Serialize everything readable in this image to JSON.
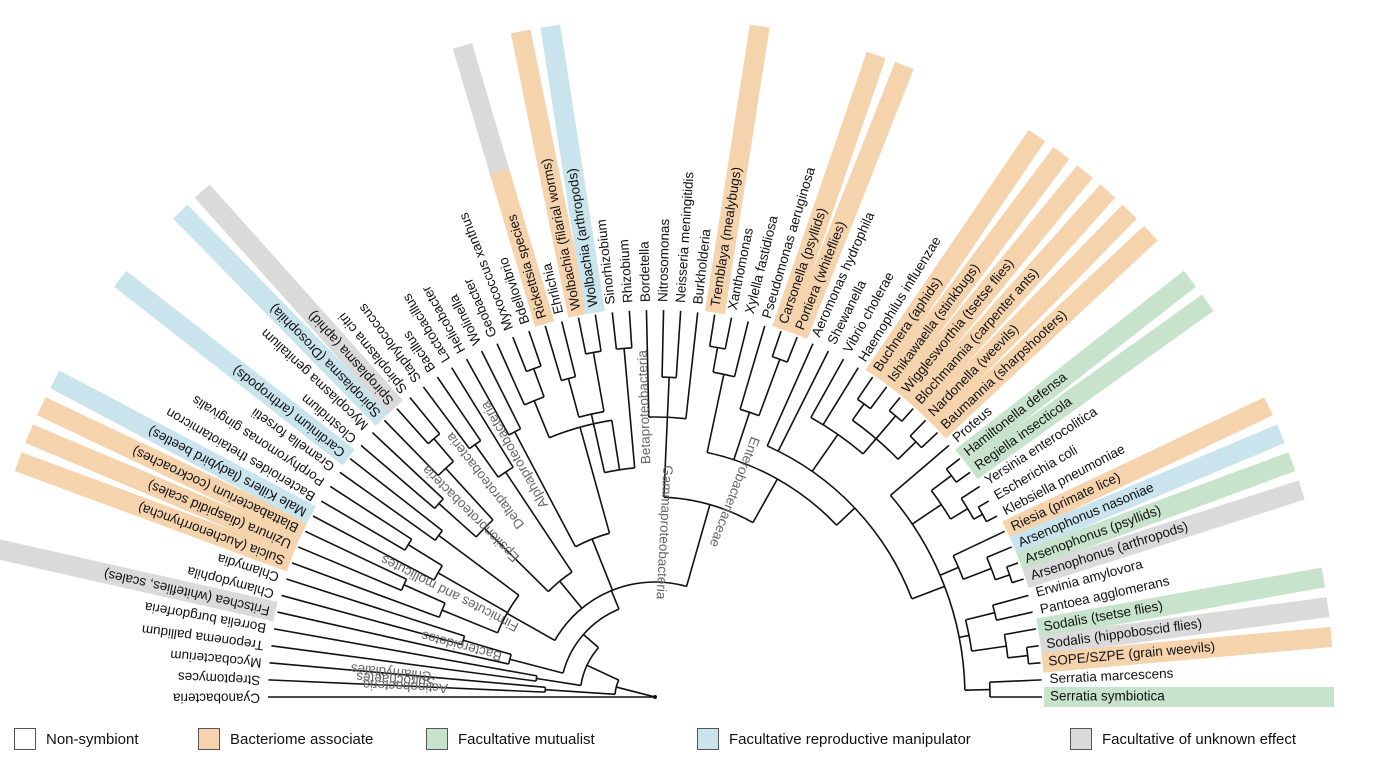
{
  "colors": {
    "none": "#ffffff",
    "bacteriome": "#f5d3ad",
    "mutualist": "#c8e3cb",
    "manipulator": "#c9e4ec",
    "unknown": "#dadada",
    "line": "#111111",
    "clade": "#666666"
  },
  "legend": [
    {
      "label": "Non-symbiont",
      "color": "#ffffff"
    },
    {
      "label": "Bacteriome associate",
      "color": "#f5d3ad"
    },
    {
      "label": "Facultative mutualist",
      "color": "#c8e3cb"
    },
    {
      "label": "Facultative reproductive manipulator",
      "color": "#c9e4ec"
    },
    {
      "label": "Facultative of unknown effect",
      "color": "#dadada"
    }
  ],
  "taxa": [
    {
      "text": "Cyanobacteria",
      "cat": "none"
    },
    {
      "text": "Streptomyces",
      "cat": "none"
    },
    {
      "text": "Mycobacterium",
      "cat": "none"
    },
    {
      "text": "Treponema pallidum",
      "cat": "none"
    },
    {
      "text": "Borrelia burgdorferia",
      "cat": "none"
    },
    {
      "text": "Fritschea (whiteflies, scales)",
      "cat": "unknown"
    },
    {
      "text": "Chlamydophila",
      "cat": "none"
    },
    {
      "text": "Chlamydia",
      "cat": "none"
    },
    {
      "text": "Sulcia (Auchenorrhyncha)",
      "cat": "bacteriome"
    },
    {
      "text": "Uzinura (diaspidid scales)",
      "cat": "bacteriome"
    },
    {
      "text": "Blattabacterium (cockroaches)",
      "cat": "bacteriome"
    },
    {
      "text": "Male Killers (ladybird beetles)",
      "cat": "manipulator"
    },
    {
      "text": "Bacterioides thetaiotamicron",
      "cat": "none"
    },
    {
      "text": "Porphyromonas gingivalis",
      "cat": "none"
    },
    {
      "text": "Gramella forsetii",
      "cat": "none"
    },
    {
      "text": "Cardinium (arthropods)",
      "cat": "manipulator"
    },
    {
      "text": "Clostridium",
      "cat": "none"
    },
    {
      "text": "Mycoplasma genitalium",
      "cat": "none"
    },
    {
      "text": "Spiroplasma (Drosophila)",
      "cat": "manipulator"
    },
    {
      "text": "Spiroplasma (aphid)",
      "cat": "unknown"
    },
    {
      "text": "Spiroplasma citri",
      "cat": "none"
    },
    {
      "text": "Staphylococcus",
      "cat": "none"
    },
    {
      "text": "Bacillus",
      "cat": "none"
    },
    {
      "text": "Lactobacillus",
      "cat": "none"
    },
    {
      "text": "Helicobacter",
      "cat": "none"
    },
    {
      "text": "Wolinella",
      "cat": "none"
    },
    {
      "text": "Geobacter",
      "cat": "none"
    },
    {
      "text": "Myxococcus xanthus",
      "cat": "none"
    },
    {
      "text": "Bdellovibrio",
      "cat": "none"
    },
    {
      "text": "Rickettsia species",
      "cat": "split"
    },
    {
      "text": "Ehrlichia",
      "cat": "none"
    },
    {
      "text": "Wolbachia (filarial worms)",
      "cat": "bacteriome"
    },
    {
      "text": "Wolbachia (arthropods)",
      "cat": "manipulator"
    },
    {
      "text": "Sinorhizobium",
      "cat": "none"
    },
    {
      "text": "Rhizobium",
      "cat": "none"
    },
    {
      "text": "Bordetella",
      "cat": "none"
    },
    {
      "text": "Nitrosomonas",
      "cat": "none"
    },
    {
      "text": "Neisseria meningitidis",
      "cat": "none"
    },
    {
      "text": "Burkholderia",
      "cat": "none"
    },
    {
      "text": "Tremblaya (mealybugs)",
      "cat": "bacteriome"
    },
    {
      "text": "Xanthomonas",
      "cat": "none"
    },
    {
      "text": "Xylella fastidiosa",
      "cat": "none"
    },
    {
      "text": "Pseudomonas aeruginosa",
      "cat": "none"
    },
    {
      "text": "Carsonella (psyllids)",
      "cat": "bacteriome"
    },
    {
      "text": "Portiera (whiteflies)",
      "cat": "bacteriome"
    },
    {
      "text": "Aeromonas hydrophila",
      "cat": "none"
    },
    {
      "text": "Shewanella",
      "cat": "none"
    },
    {
      "text": "Vibrio cholerae",
      "cat": "none"
    },
    {
      "text": "Haemophilus influenzae",
      "cat": "none"
    },
    {
      "text": "Buchnera (aphids)",
      "cat": "bacteriome"
    },
    {
      "text": "Ishikawaella (stinkbugs)",
      "cat": "bacteriome"
    },
    {
      "text": "Wigglesworthia (tsetse flies)",
      "cat": "bacteriome"
    },
    {
      "text": "Blochmannia (carpenter ants)",
      "cat": "bacteriome"
    },
    {
      "text": "Nardonella (weevils)",
      "cat": "bacteriome"
    },
    {
      "text": "Baumannia (sharpshooters)",
      "cat": "bacteriome"
    },
    {
      "text": "Proteus",
      "cat": "none"
    },
    {
      "text": "Hamiltonella defensa",
      "cat": "mutualist"
    },
    {
      "text": "Regiella insecticola",
      "cat": "mutualist"
    },
    {
      "text": "Yersinia enterocolitica",
      "cat": "none"
    },
    {
      "text": "Escherichia coli",
      "cat": "none"
    },
    {
      "text": "Klebsiella pneumoniae",
      "cat": "none"
    },
    {
      "text": "Riesia (primate lice)",
      "cat": "bacteriome"
    },
    {
      "text": "Arsenophonus nasoniae",
      "cat": "manipulator"
    },
    {
      "text": "Arsenophonus (psyllids)",
      "cat": "mutualist"
    },
    {
      "text": "Arsenophonus (arthropods)",
      "cat": "unknown"
    },
    {
      "text": "Erwinia amylovora",
      "cat": "none"
    },
    {
      "text": "Pantoea agglomerans",
      "cat": "none"
    },
    {
      "text": "Sodalis (tsetse flies)",
      "cat": "mutualist"
    },
    {
      "text": "Sodalis (hippoboscid flies)",
      "cat": "unknown"
    },
    {
      "text": "SOPE/SZPE (grain weevils)",
      "cat": "bacteriome"
    },
    {
      "text": "Serratia marcescens",
      "cat": "none"
    },
    {
      "text": "Serratia symbiotica",
      "cat": "mutualist"
    }
  ],
  "clades": [
    {
      "text": "Actinobacteria"
    },
    {
      "text": "Spirochaetes"
    },
    {
      "text": "Chlamydiales"
    },
    {
      "text": "Bacteroidetes"
    },
    {
      "text": "Firmicutes and mollicutes"
    },
    {
      "text": "Epsilonproteobacteria"
    },
    {
      "text": "Deltaproteobacteria"
    },
    {
      "text": "Alphaproteobacteria"
    },
    {
      "text": "Betaproteobacteria"
    },
    {
      "text": "Gammaproteobacteria"
    },
    {
      "text": "Enterobacteriaceae"
    }
  ]
}
